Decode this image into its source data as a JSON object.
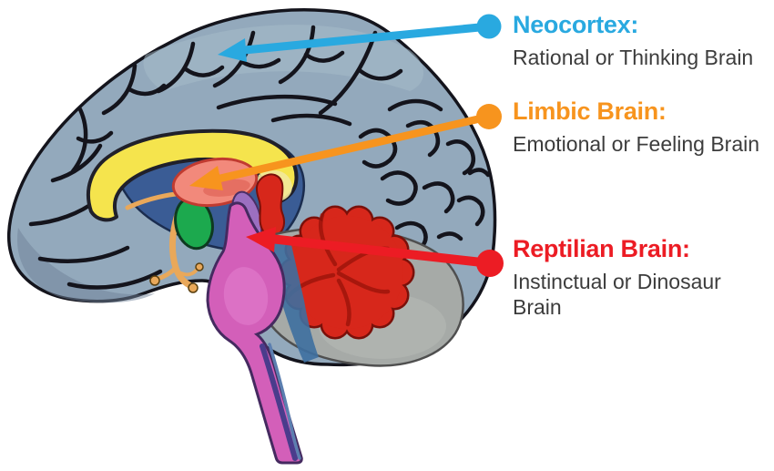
{
  "diagram": {
    "background": "#FFFFFF",
    "subtitle_color": "#3C3C3C",
    "labels": [
      {
        "id": "neocortex",
        "title": "Neocortex:",
        "subtitle": "Rational or Thinking Brain",
        "color": "#29A9E0"
      },
      {
        "id": "limbic",
        "title": "Limbic Brain:",
        "subtitle": "Emotional or Feeling Brain",
        "color": "#F7941E"
      },
      {
        "id": "reptilian",
        "title": "Reptilian Brain:",
        "subtitle": "Instinctual or Dinosaur Brain",
        "color": "#EC1C24"
      }
    ],
    "illustration": "sagittal brain diagram",
    "part_colors": {
      "cortex": "#93A9BC",
      "corpus_callosum": "#F5E44D",
      "limbic_area": "#3A5C95",
      "thalamus": "#F2897B",
      "hippocampus": "#1CA94E",
      "fornix": "#E9A85A",
      "cerebellum": "#D7271B",
      "cerebellum_base": "#A6AAA7",
      "brainstem": "#D35FB9"
    }
  }
}
